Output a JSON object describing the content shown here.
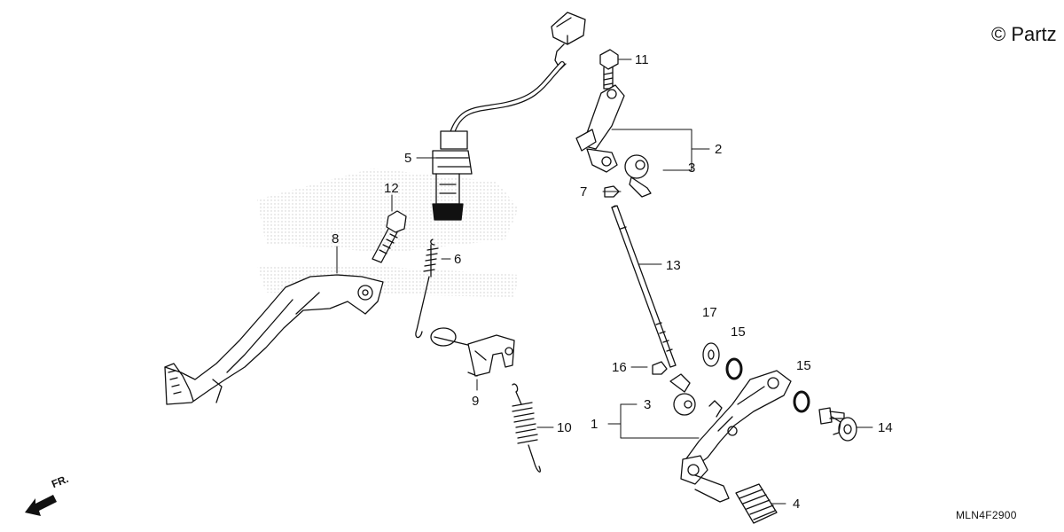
{
  "copyright": "© Partz",
  "diagram_code": "MLN4F2900",
  "direction_label": "FR.",
  "callouts": {
    "c1": "1",
    "c2": "2",
    "c3a": "3",
    "c3b": "3",
    "c4": "4",
    "c5": "5",
    "c6": "6",
    "c7": "7",
    "c8": "8",
    "c9": "9",
    "c10": "10",
    "c11": "11",
    "c12": "12",
    "c13": "13",
    "c14": "14",
    "c15a": "15",
    "c15b": "15",
    "c16": "16",
    "c17": "17"
  }
}
